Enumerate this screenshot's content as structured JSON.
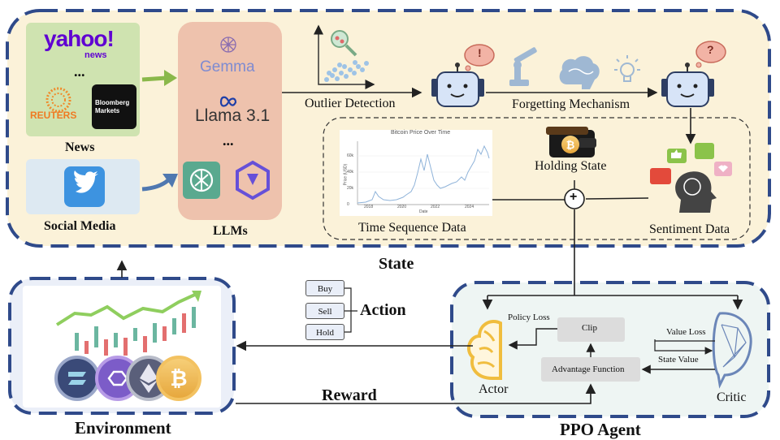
{
  "state": {
    "title": "State",
    "news": {
      "label": "News",
      "yahoo": "yahoo!",
      "yahoo_sub": "news",
      "ellipsis": "...",
      "reuters": "REUTERS",
      "bloomberg_line1": "Bloomberg",
      "bloomberg_line2": "Markets"
    },
    "social": {
      "label": "Social Media"
    },
    "llms": {
      "label": "LLMs",
      "gemma": "Gemma",
      "llama": "Llama 3.1",
      "ellipsis": "..."
    },
    "outlier_label": "Outlier Detection",
    "forgetting_label": "Forgetting Mechanism",
    "holding_label": "Holding State",
    "time_series_label": "Time Sequence Data",
    "sentiment_label": "Sentiment Data",
    "plus": "+",
    "mini_chart": {
      "title": "Bitcoin Price Over Time",
      "xlabel": "Date",
      "ylabel": "Price (USD)",
      "x_ticks": [
        "2018",
        "2020",
        "2022",
        "2024"
      ],
      "y_ticks": [
        "0",
        "20k",
        "40k",
        "60k"
      ]
    },
    "bubble_mark_1": "!",
    "bubble_mark_2": "?"
  },
  "actions": {
    "title": "Action",
    "buttons": [
      "Buy",
      "Sell",
      "Hold"
    ]
  },
  "reward_label": "Reward",
  "environment_label": "Environment",
  "ppo": {
    "title": "PPO Agent",
    "actor": "Actor",
    "critic": "Critic",
    "clip": "Clip",
    "advantage": "Advantage Function",
    "policy_loss": "Policy Loss",
    "value_loss": "Value Loss",
    "state_value": "State Value"
  },
  "colors": {
    "border_blue": "#2f4a8a",
    "state_bg": "#fbf2d9",
    "news_bg": "#cfe3b0",
    "social_bg": "#dde9f2",
    "llm_bg": "#eec2ad",
    "ppo_bg": "#eef5f3",
    "env_bg": "#ebeff8",
    "box_gray": "#dcdcdc",
    "arrow_green": "#8ab84a",
    "arrow_blue": "#4f78b0"
  }
}
